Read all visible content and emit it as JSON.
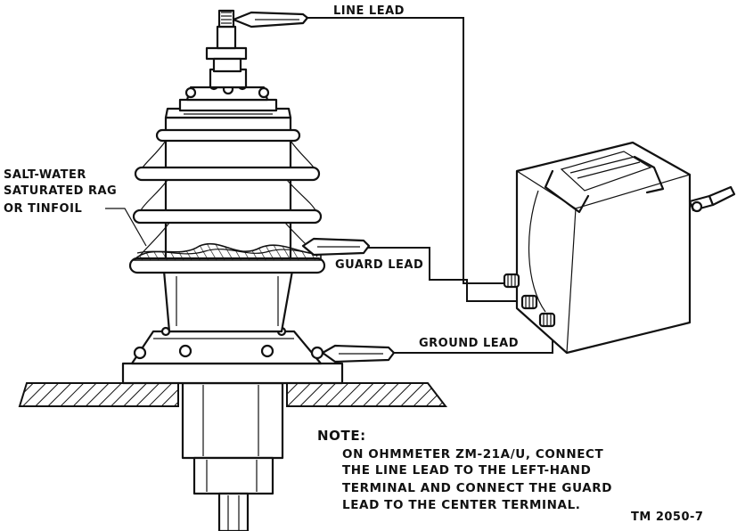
{
  "labels": {
    "line_lead": "LINE LEAD",
    "guard_lead": "GUARD LEAD",
    "ground_lead": "GROUND LEAD",
    "rag_line1": "SALT-WATER",
    "rag_line2": "SATURATED RAG",
    "rag_line3": "OR TINFOIL"
  },
  "note": {
    "heading": "NOTE:",
    "lines": [
      "ON OHMMETER ZM-21A/U, CONNECT",
      "THE LINE LEAD TO THE LEFT-HAND",
      "TERMINAL AND CONNECT THE GUARD",
      "LEAD TO THE CENTER TERMINAL."
    ]
  },
  "figure_id": "TM 2050-7"
}
